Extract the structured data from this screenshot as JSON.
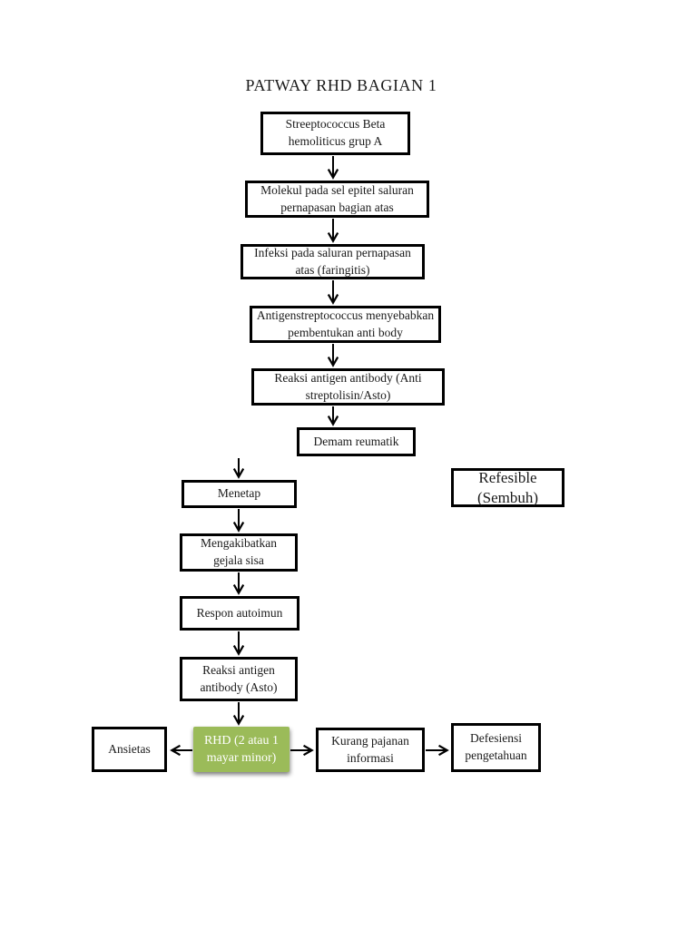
{
  "page": {
    "title": "PATWAY RHD BAGIAN 1"
  },
  "colors": {
    "background": "#ffffff",
    "box_border": "#000000",
    "box_fill": "#ffffff",
    "highlight_fill": "#9bbb59",
    "highlight_text": "#ffffff",
    "arrow": "#000000"
  },
  "nodes": {
    "streptococcus": {
      "text": "Streeptococcus Beta\nhemoliticus grup A"
    },
    "molekul": {
      "text": "Molekul pada sel epitel saluran\npernapasan bagian atas"
    },
    "infeksi": {
      "text": "Infeksi pada saluran pernapasan\natas (faringitis)"
    },
    "antigen": {
      "text": "Antigenstreptococcus menyebabkan\npembentukan anti body"
    },
    "reaksi_antigen_anti": {
      "text": "Reaksi antigen antibody (Anti\nstreptolisin/Asto)"
    },
    "demam": {
      "text": "Demam reumatik"
    },
    "menetap": {
      "text": "Menetap"
    },
    "refesible": {
      "text": "Refesible\n(Sembuh)"
    },
    "gejala_sisa": {
      "text": "Mengakibatkan\ngejala sisa"
    },
    "respon_autoimun": {
      "text": "Respon autoimun"
    },
    "reaksi_asto": {
      "text": "Reaksi antigen\nantibody (Asto)"
    },
    "rhd": {
      "text": "RHD (2 atau 1\nmayar minor)"
    },
    "ansietas": {
      "text": "Ansietas"
    },
    "kurang_pajanan": {
      "text": "Kurang pajanan\ninformasi"
    },
    "defesiensi": {
      "text": "Defesiensi\npengetahuan"
    }
  }
}
